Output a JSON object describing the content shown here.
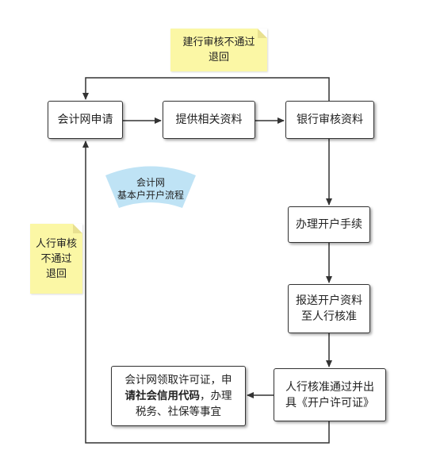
{
  "nodes": {
    "apply": "会计网申请",
    "provide": "提供相关资料",
    "bank_review": "银行审核资料",
    "open_procedure": "办理开户手续",
    "submit_line1": "报送开户资料",
    "submit_line2": "至人行核准",
    "pbc_line1": "人行核准通过并出",
    "pbc_line2": "具《开户许可证》",
    "final_line1": "会计网领取许可证，申",
    "final_line2_bold": "请社会信用代码",
    "final_line2_rest": "，办理",
    "final_line3": "税务、社保等事宜"
  },
  "notes": {
    "bank_reject_line1": "建行审核不通过",
    "bank_reject_line2": "退回",
    "pbc_reject_line1": "人行审核",
    "pbc_reject_line2": "不通过",
    "pbc_reject_line3": "退回"
  },
  "fan": {
    "line1": "会计网",
    "line2": "基本户开户流程"
  },
  "colors": {
    "note_fill": "#fbf7a5",
    "fan_fill": "#bfe3f5",
    "line": "#333333"
  }
}
